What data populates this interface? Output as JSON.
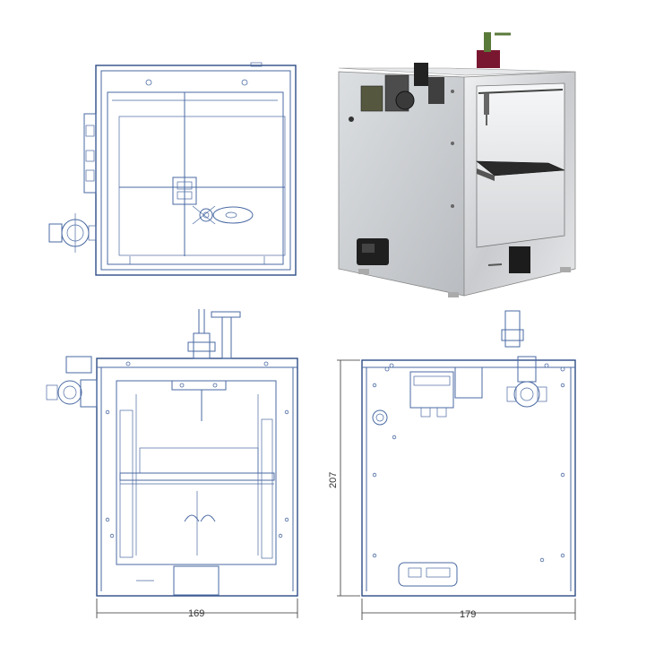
{
  "colors": {
    "line": "#4a6aa3",
    "line_dark": "#2d4c86",
    "dimension": "#333333",
    "render_panel": "#d9dbde",
    "render_shadow": "#a7aaae",
    "render_dark": "#1f1f1f",
    "valve_red": "#7a1730",
    "valve_green": "#5a7a3a"
  },
  "views": [
    {
      "name": "top-view",
      "icon": "printer-top-icon"
    },
    {
      "name": "iso-render",
      "icon": "printer-render-icon"
    },
    {
      "name": "front-view",
      "icon": "printer-front-icon"
    },
    {
      "name": "side-view",
      "icon": "printer-side-icon"
    }
  ],
  "dimensions": {
    "front_width": "169",
    "side_depth": "179",
    "side_height": "207"
  }
}
